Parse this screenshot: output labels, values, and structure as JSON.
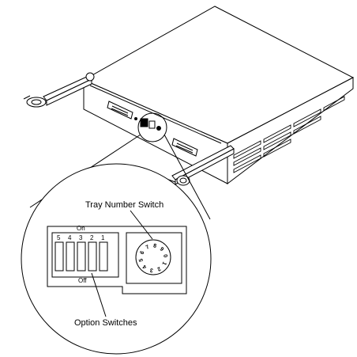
{
  "callouts": {
    "tray_number_switch": "Tray Number Switch",
    "option_switches": "Option Switches"
  },
  "dip_block": {
    "on_label": "On",
    "off_label": "Off",
    "switch_numbers": [
      "5",
      "4",
      "3",
      "2",
      "1"
    ]
  },
  "rotary_dial": {
    "digits": [
      "0",
      "1",
      "2",
      "3",
      "4",
      "5",
      "6",
      "7",
      "8",
      "9"
    ]
  },
  "colors": {
    "line": "#000000",
    "background": "#ffffff"
  }
}
